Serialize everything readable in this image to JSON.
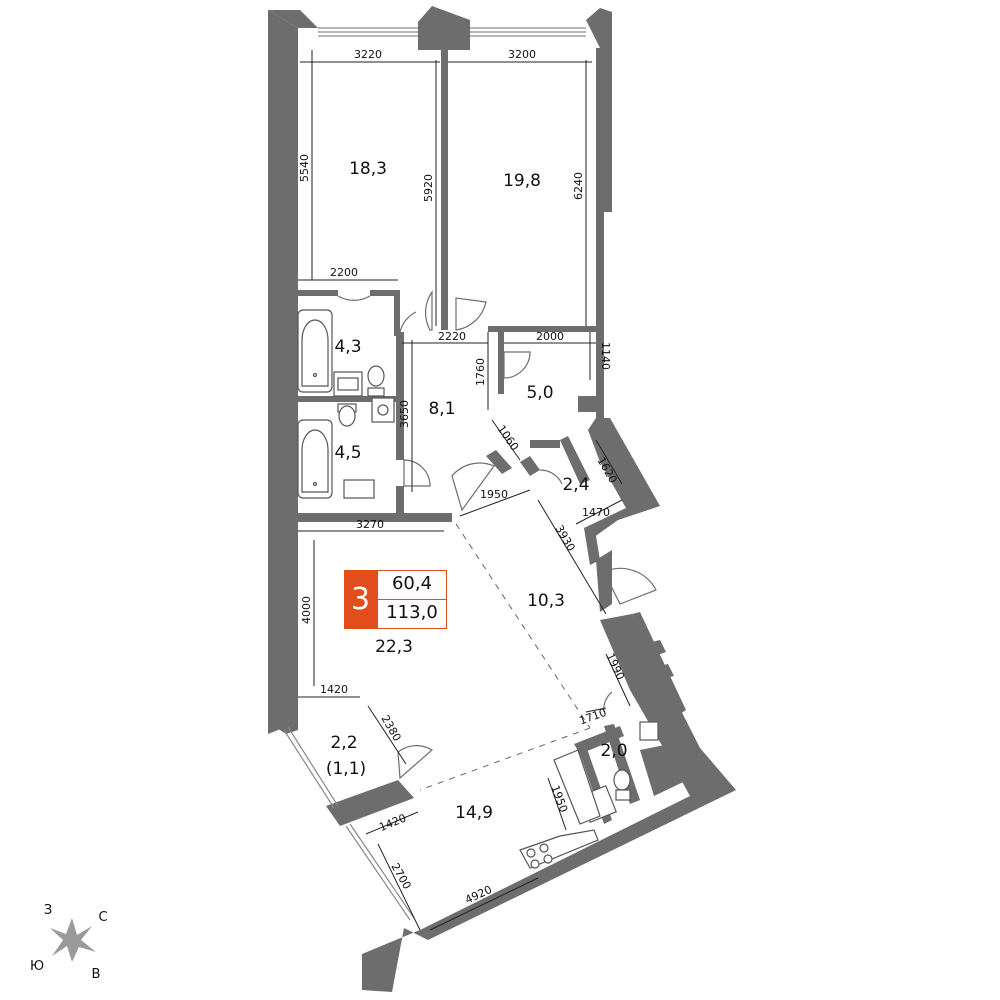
{
  "apartment": {
    "rooms_count": "3",
    "living_area": "60,4",
    "total_area": "113,0"
  },
  "room_areas": {
    "bedroom_left": "18,3",
    "bedroom_right": "19,8",
    "bath_1": "4,3",
    "hall": "8,1",
    "closet_1": "5,0",
    "bath_2": "4,5",
    "closet_2": "2,4",
    "living": "22,3",
    "corridor": "10,3",
    "loggia_1": "2,2",
    "loggia_1_sub": "(1,1)",
    "wc": "2,0",
    "kitchen": "14,9"
  },
  "dimensions": {
    "d3220": "3220",
    "d3200": "3200",
    "d5540": "5540",
    "d5920": "5920",
    "d6240": "6240",
    "d2200": "2200",
    "d2220": "2220",
    "d2000": "2000",
    "d1760": "1760",
    "d1140": "1140",
    "d3650": "3650",
    "d1060": "1060",
    "d1620": "1620",
    "d1950a": "1950",
    "d1470": "1470",
    "d3270": "3270",
    "d3930": "3930",
    "d4000": "4000",
    "d1990": "1990",
    "d1420a": "1420",
    "d2380": "2380",
    "d1710": "1710",
    "d1950b": "1950",
    "d1420b": "1420",
    "d2700": "2700",
    "d4920": "4920"
  },
  "compass": {
    "west": "З",
    "north": "С",
    "south": "Ю",
    "east": "В"
  },
  "colors": {
    "wall": "#6d6d6d",
    "accent": "#e24e1b"
  }
}
